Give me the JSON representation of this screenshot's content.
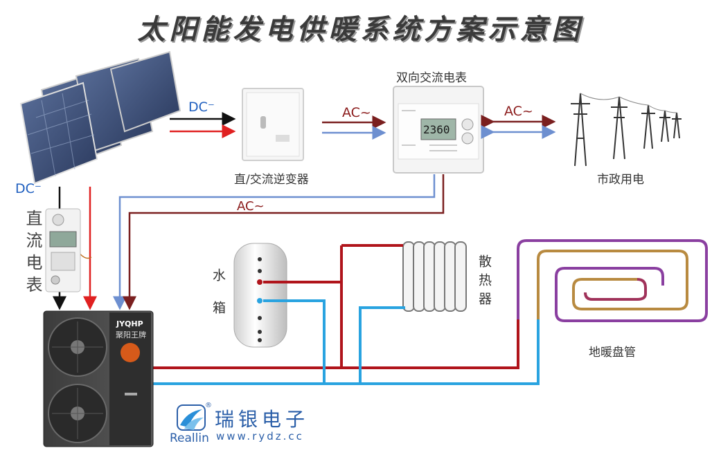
{
  "title": "太阳能发电供暖系统方案示意图",
  "labels": {
    "dc_top": "DC⁻",
    "dc_left": "DC⁻",
    "ac_inverter": "AC~",
    "ac_grid": "AC~",
    "ac_return": "AC~",
    "inverter": "直/交流逆变器",
    "meter_bidirectional": "双向交流电表",
    "grid": "市政用电",
    "dc_meter": "直流电表",
    "water_tank": "水箱",
    "radiator": "散热器",
    "floor_heating": "地暖盘管"
  },
  "meter_display": "2360",
  "heat_pump_brand": {
    "en": "JYQHP",
    "cn": "聚阳王牌"
  },
  "brand": {
    "cn": "瑞银电子",
    "en": "Reallin",
    "url": "www.rydz.cc",
    "mark": "®"
  },
  "colors": {
    "hot": "#b0141b",
    "cold": "#29a3e0",
    "ac_line": "#7a1f1f",
    "dc_line": "#1f5fbf",
    "floor_outer": "#8a3fa0",
    "floor_mid": "#b88a40",
    "floor_inner": "#a0325a"
  }
}
